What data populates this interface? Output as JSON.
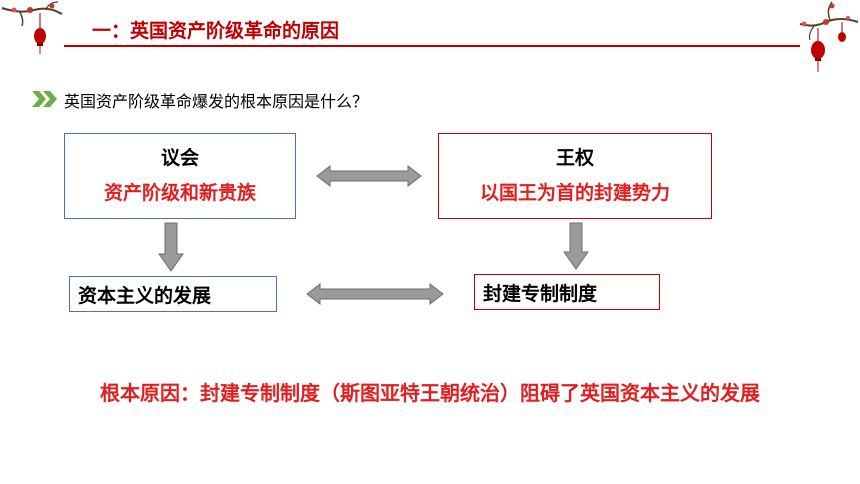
{
  "header": {
    "title": "一：英国资产阶级革命的原因"
  },
  "question": "英国资产阶级革命爆发的根本原因是什么？",
  "diagram": {
    "parliament": {
      "title": "议会",
      "subtitle": "资产阶级和新贵族"
    },
    "royal_power": {
      "title": "王权",
      "subtitle": "以国王为首的封建势力"
    },
    "capitalism": "资本主义的发展",
    "feudal_autocracy": "封建专制制度"
  },
  "conclusion": "根本原因：封建专制制度（斯图亚特王朝统治）阻碍了英国资本主义的发展",
  "colors": {
    "accent_red": "#c00000",
    "text_red": "#e02020",
    "box_blue": "#4472c4",
    "arrow_gray": "#8c8c8c",
    "chevron_green": "#70ad47"
  }
}
